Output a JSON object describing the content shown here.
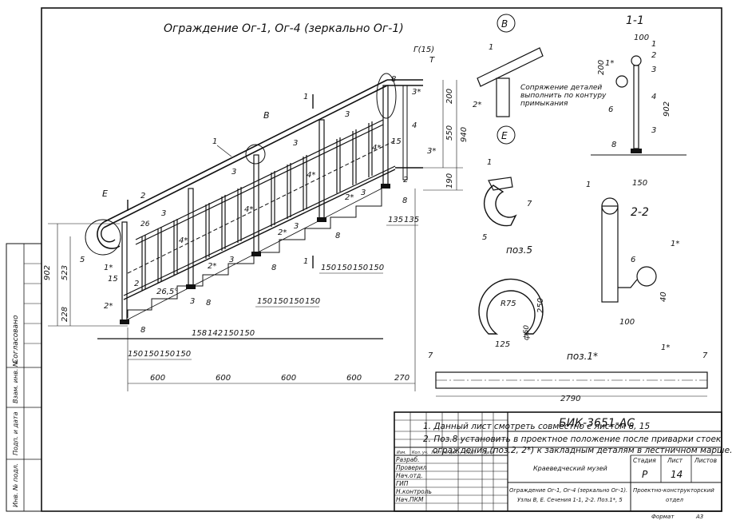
{
  "title": "Ограждение Ог-1,  Ог-4 (зеркально Ог-1)",
  "callouts": {
    "B": "В",
    "E": "Е",
    "s11": "1-1",
    "s22": "2-2",
    "poz5": "поз.5",
    "poz1": "поз.1*"
  },
  "detail_b_note": [
    "Сопряжение деталей",
    "выполнить по контуру",
    "примыкания"
  ],
  "marks": {
    "n1": "1",
    "n2": "2",
    "n2s": "2*",
    "n3": "3",
    "n3s": "3*",
    "n4": "4",
    "n4s": "4*",
    "n5": "5",
    "n6": "6",
    "n7": "7",
    "n8": "8",
    "n15": "15",
    "n1s": "1*",
    "gt": "Г(15)",
    "t": "Т"
  },
  "dims": {
    "d100": "100",
    "d200": "200",
    "d902": "902",
    "d150": "150",
    "d550": "550",
    "d940": "940",
    "d190": "190",
    "d135": "135",
    "d523": "523",
    "d228": "228",
    "d26": "26",
    "d265": "26,5°",
    "d158": "158",
    "d142": "142",
    "d600": "600",
    "d270": "270",
    "d2790": "2790",
    "d125": "125",
    "d250": "250",
    "dphi50": "ф50",
    "r75": "R75",
    "d40": "40"
  },
  "notes": [
    "1. Данный лист смотреть совместно с листом 8, 15",
    "2. Поз.8 установить в проектное положение после приварки стоек",
    "ограждения (поз.2, 2*) к закладным деталям в лестничном марше."
  ],
  "side_stamp": [
    "Согласовано",
    "Взам. инв. №",
    "Подп. и дата",
    "Инв. № подл."
  ],
  "title_block": {
    "code": "БИК-3651-АС",
    "head": [
      "Изм.",
      "Кол. уч.",
      "Лист",
      "№ док.",
      "Подп.",
      "Дата"
    ],
    "roles": [
      "Разраб.",
      "Проверил",
      "Нач.отд.",
      "ГИП",
      "Н.контроль",
      "Нач.ПКМ"
    ],
    "object": "Краеведческий музей",
    "stage_h": "Стадия",
    "sheet_h": "Лист",
    "sheets_h": "Листов",
    "stage": "Р",
    "sheet": "14",
    "desc1": "Ограждение Ог-1, Ог-4 (зеркально Ог-1).",
    "desc2": "Узлы В,  Е. Сечения 1-1, 2-2. Поз.1*, 5",
    "dept1": "Проектно-конструкторский",
    "dept2": "отдел",
    "format_label": "Формат",
    "format": "А3"
  }
}
